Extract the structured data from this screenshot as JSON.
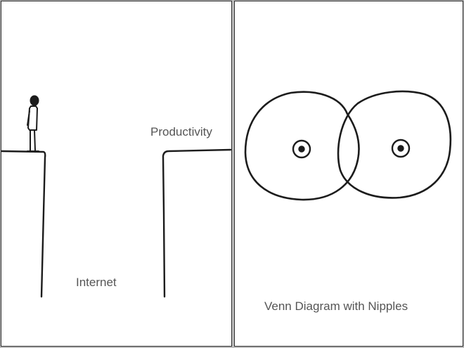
{
  "left_panel": {
    "label_productivity": "Productivity",
    "label_internet": "Internet"
  },
  "right_panel": {
    "caption": "Venn Diagram with Nipples"
  },
  "colors": {
    "ink": "#1c1c1c",
    "text": "#555555",
    "background": "#ffffff",
    "border": "#2b2b2b"
  }
}
